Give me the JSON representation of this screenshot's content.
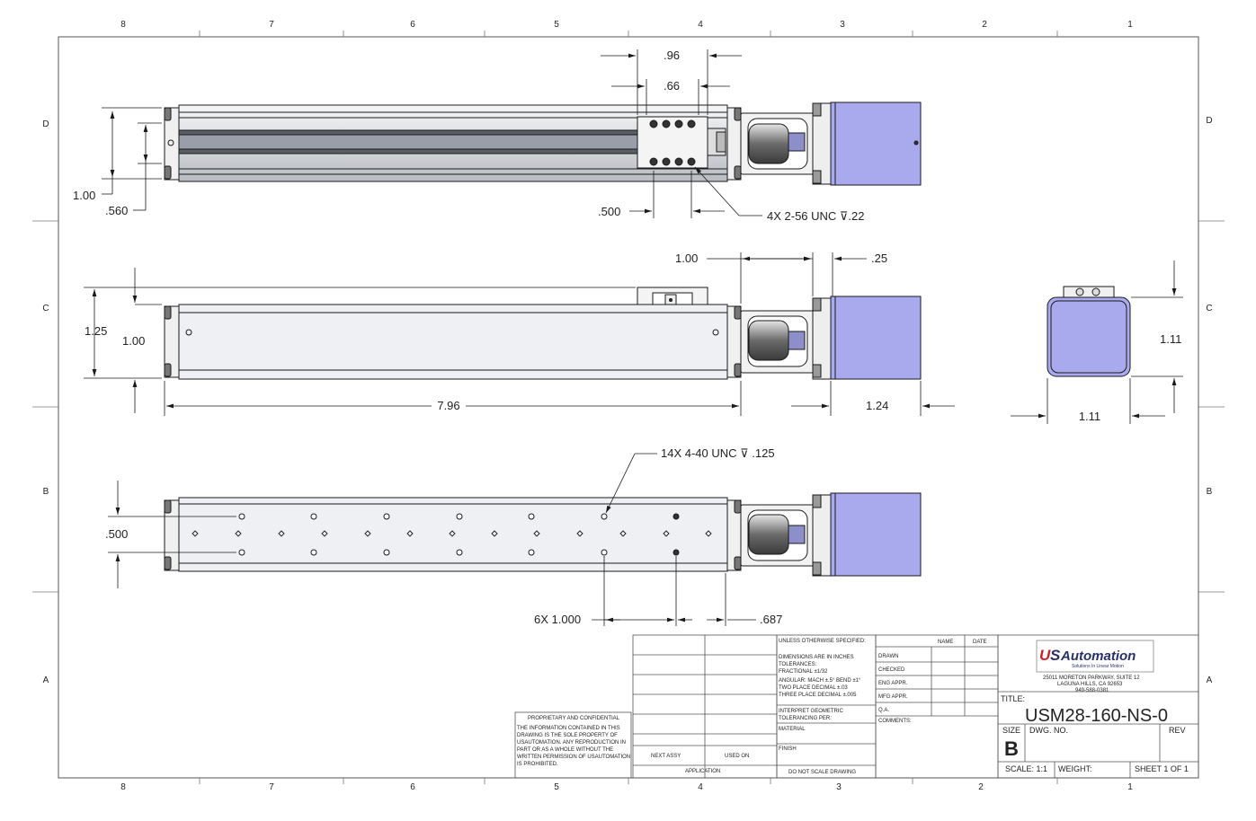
{
  "zones": {
    "columns": [
      "8",
      "7",
      "6",
      "5",
      "4",
      "3",
      "2",
      "1"
    ],
    "rows": [
      "D",
      "C",
      "B",
      "A"
    ]
  },
  "top_view": {
    "dim_096": ".96",
    "dim_066": ".66",
    "dim_100": "1.00",
    "dim_0560": ".560",
    "dim_0500": ".500",
    "callout": "4X 2-56 UNC ⊽.22"
  },
  "side_view": {
    "dim_100_top": "1.00",
    "dim_025": ".25",
    "dim_125": "1.25",
    "dim_100_left": "1.00",
    "dim_796": "7.96",
    "dim_124": "1.24"
  },
  "end_view": {
    "dim_111_h": "1.11",
    "dim_111_w": "1.11"
  },
  "bottom_view": {
    "callout": "14X 4-40 UNC  ⊽ .125",
    "dim_0500": ".500",
    "dim_6x1000": "6X 1.000",
    "dim_0687": ".687"
  },
  "title_block": {
    "unless": "UNLESS OTHERWISE SPECIFIED:",
    "name_hdr": "NAME",
    "date_hdr": "DATE",
    "tol_lines": [
      "DIMENSIONS ARE IN INCHES",
      "TOLERANCES:",
      "FRACTIONAL ±1/32",
      "ANGULAR: MACH ±.5° BEND ±1°",
      "TWO PLACE DECIMAL   ±.03",
      "THREE PLACE DECIMAL ±.005"
    ],
    "interpret": [
      "INTERPRET GEOMETRIC",
      "TOLERANCING PER:"
    ],
    "material": "MATERIAL",
    "finish": "FINISH",
    "do_not_scale": "DO NOT SCALE DRAWING",
    "roles": [
      "DRAWN",
      "CHECKED",
      "ENG APPR.",
      "MFG APPR.",
      "Q.A."
    ],
    "comments": "COMMENTS:",
    "next_assy": "NEXT ASSY",
    "used_on": "USED ON",
    "application": "APPLICATION",
    "proprietary_title": "PROPRIETARY AND CONFIDENTIAL",
    "proprietary_lines": [
      "THE INFORMATION CONTAINED IN THIS",
      "DRAWING IS THE SOLE PROPERTY OF",
      "USAUTOMATION. ANY REPRODUCTION IN",
      "PART OR AS A WHOLE WITHOUT THE",
      "WRITTEN PERMISSION OF USAUTOMATION",
      "IS PROHIBITED."
    ],
    "logo_u": "U",
    "logo_s": "S",
    "logo_text": "Automation",
    "logo_tag": "Solutions In Linear Motion",
    "address": [
      "25011 MORETON PARKWAY, SUITE 12",
      "LAGUNA HILLS, CA 92653",
      "949-588-0381"
    ],
    "title_label": "TITLE:",
    "title_value": "USM28-160-NS-0",
    "size_label": "SIZE",
    "size_value": "B",
    "dwg_label": "DWG.  NO.",
    "rev_label": "REV",
    "scale": "SCALE: 1:1",
    "weight": "WEIGHT:",
    "sheet": "SHEET 1 OF 1"
  },
  "colors": {
    "line": "#1a1a1a",
    "motor": "#a9a9ee",
    "body": "#e9ebee",
    "rail": "#c9ccd2",
    "logo_red": "#cc1f24",
    "logo_blue": "#27306e"
  }
}
